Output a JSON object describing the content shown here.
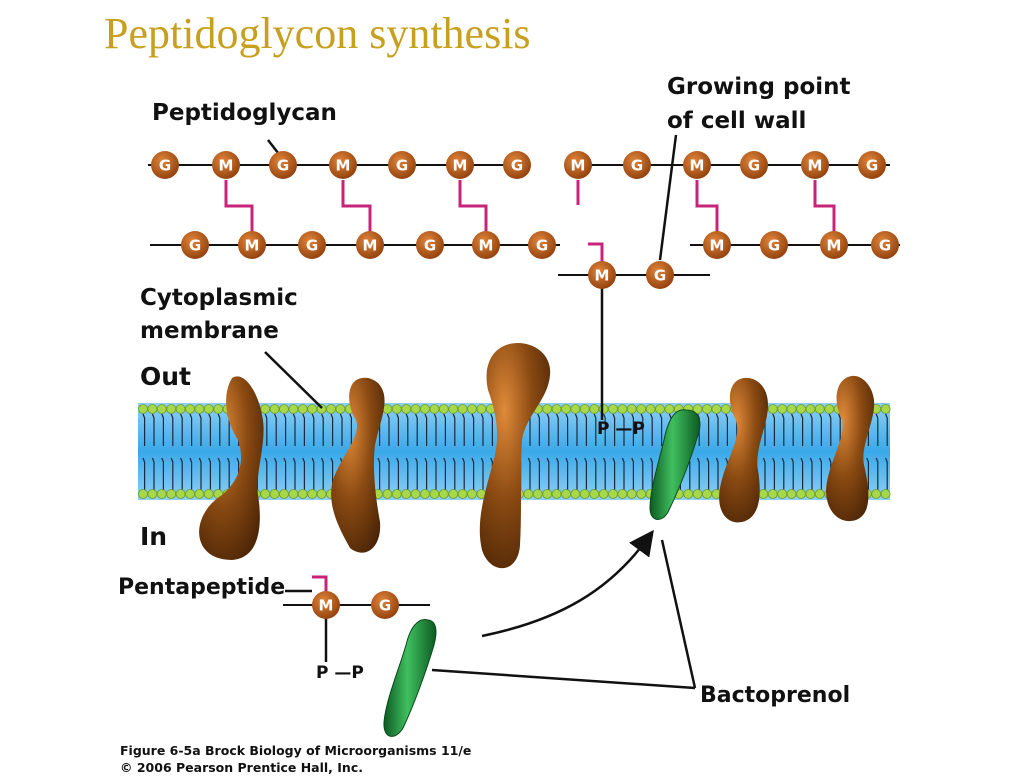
{
  "title": "Peptidoglycon synthesis",
  "labels": {
    "peptidoglycan": "Peptidoglycan",
    "growing_point_1": "Growing point",
    "growing_point_2": "of cell wall",
    "cytoplasmic_1": "Cytoplasmic",
    "cytoplasmic_2": "membrane",
    "out": "Out",
    "in": "In",
    "pentapeptide": "Pentapeptide",
    "bactoprenol": "Bactoprenol"
  },
  "glycan": {
    "top_left": [
      "G",
      "M",
      "G",
      "M",
      "G",
      "M",
      "G"
    ],
    "top_right": [
      "M",
      "G",
      "M",
      "G",
      "M",
      "G"
    ],
    "bottom_left": [
      "G",
      "M",
      "G",
      "M",
      "G",
      "M",
      "G"
    ],
    "bottom_right": [
      "M",
      "G",
      "M",
      "G"
    ],
    "new_unit": [
      "M",
      "G"
    ],
    "precursor": [
      "M",
      "G"
    ]
  },
  "phosphate": {
    "p": "P",
    "membrane_link": "P —P",
    "precursor_link": "P —P"
  },
  "credit": {
    "line1": "Figure 6-5a  Brock Biology of Microorganisms 11/e",
    "line2": "© 2006 Pearson Prentice Hall, Inc."
  },
  "colors": {
    "title": "#c8a020",
    "sugar_node": "#b5581a",
    "peptide_bridge": "#c8237a",
    "membrane_blue": "#3aa8e8",
    "lipid_head": "#a6d84a",
    "protein": "#8a4a12",
    "bactoprenol": "#1f8a3a"
  }
}
